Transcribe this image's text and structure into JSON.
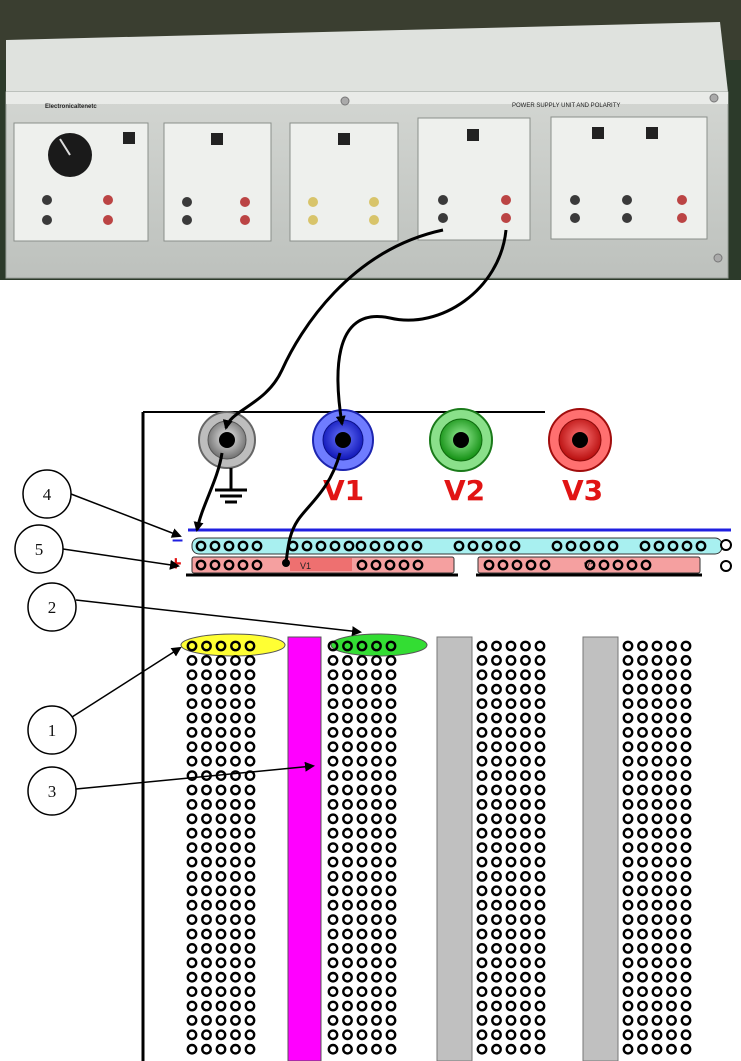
{
  "power_supply": {
    "brand": "Electronicaltenetc",
    "title_strip": "POWER SUPPLY UNIT AND POLARITY"
  },
  "terminals": [
    {
      "name": "ground",
      "label": "",
      "color": "#8d8d8d"
    },
    {
      "name": "v1",
      "label": "V1",
      "color": "#1a22e0"
    },
    {
      "name": "v2",
      "label": "V2",
      "color": "#1fae1f"
    },
    {
      "name": "v3",
      "label": "V3",
      "color": "#e11b1b"
    }
  ],
  "rails": {
    "minus_symbol": "–",
    "plus_symbol": "+",
    "rail_a_label": "V1",
    "rail_b_label": "V2"
  },
  "callouts": [
    "4",
    "5",
    "2",
    "1",
    "3"
  ],
  "colors": {
    "rail_minus": "#a8f0f0",
    "rail_plus": "#f5a0a0",
    "group_yellow": "#ffff33",
    "group_green": "#33dd33",
    "channel_magenta": "#ff00ff",
    "channel_gray": "#c0c0c0",
    "blue_line": "#2020e0"
  }
}
